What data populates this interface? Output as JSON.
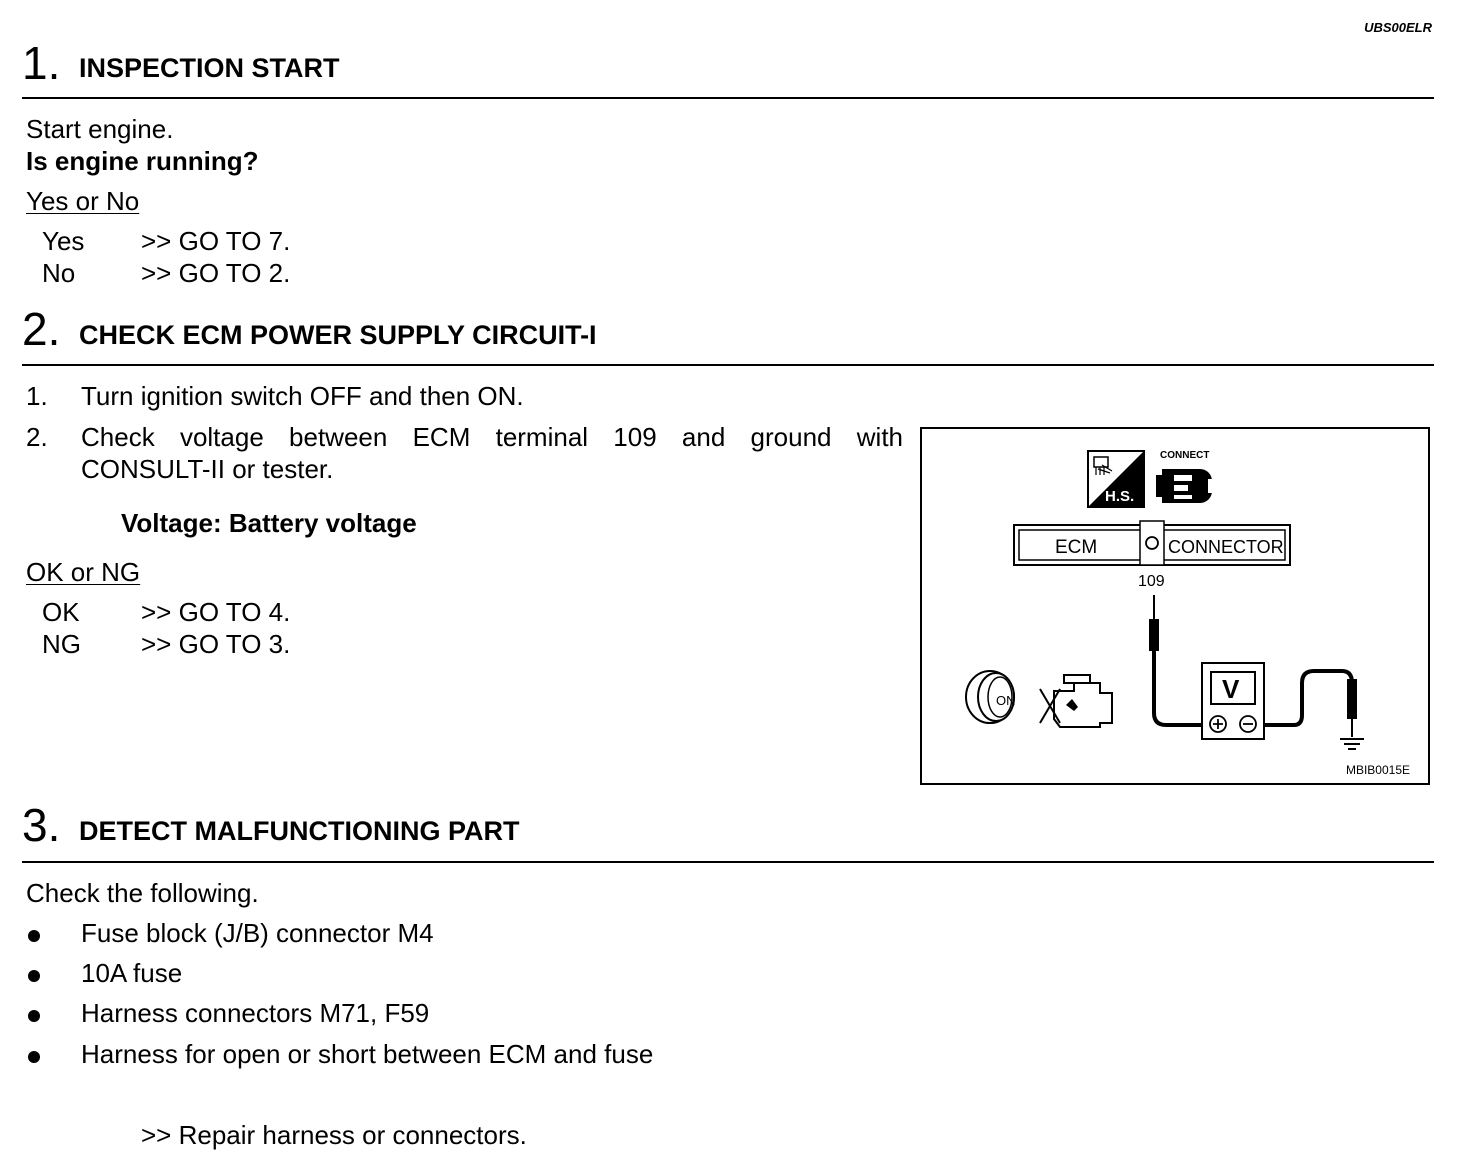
{
  "doc_code": "UBS00ELR",
  "step1": {
    "number": "1.",
    "title": "INSPECTION START",
    "line1": "Start engine.",
    "question": "Is engine running?",
    "choice_label": "Yes or No",
    "opt1_key": "Yes",
    "opt1_val": ">> GO TO 7.",
    "opt2_key": "No",
    "opt2_val": ">> GO TO 2."
  },
  "step2": {
    "number": "2.",
    "title": "CHECK ECM POWER SUPPLY CIRCUIT-I",
    "item1_num": "1.",
    "item1_text": "Turn ignition switch OFF and then ON.",
    "item2_num": "2.",
    "item2_line1": "Check voltage between ECM terminal 109 and ground with",
    "item2_line2": "CONSULT-II or tester.",
    "spec": "Voltage: Battery voltage",
    "choice_label": "OK or NG",
    "opt1_key": "OK",
    "opt1_val": ">> GO TO 4.",
    "opt2_key": "NG",
    "opt2_val": ">> GO TO 3."
  },
  "figure": {
    "connect_label": "CONNECT",
    "hs_label": "H.S.",
    "ecm_label": "ECM",
    "connector_label": "CONNECTOR",
    "terminal": "109",
    "meter_label": "V",
    "switch_label": "ON",
    "code": "MBIB0015E"
  },
  "step3": {
    "number": "3.",
    "title": "DETECT MALFUNCTIONING PART",
    "intro": "Check the following.",
    "items": [
      "Fuse block (J/B) connector M4",
      "10A fuse",
      "Harness connectors M71, F59",
      "Harness for open or short between ECM and fuse"
    ],
    "result": ">> Repair harness or connectors."
  }
}
